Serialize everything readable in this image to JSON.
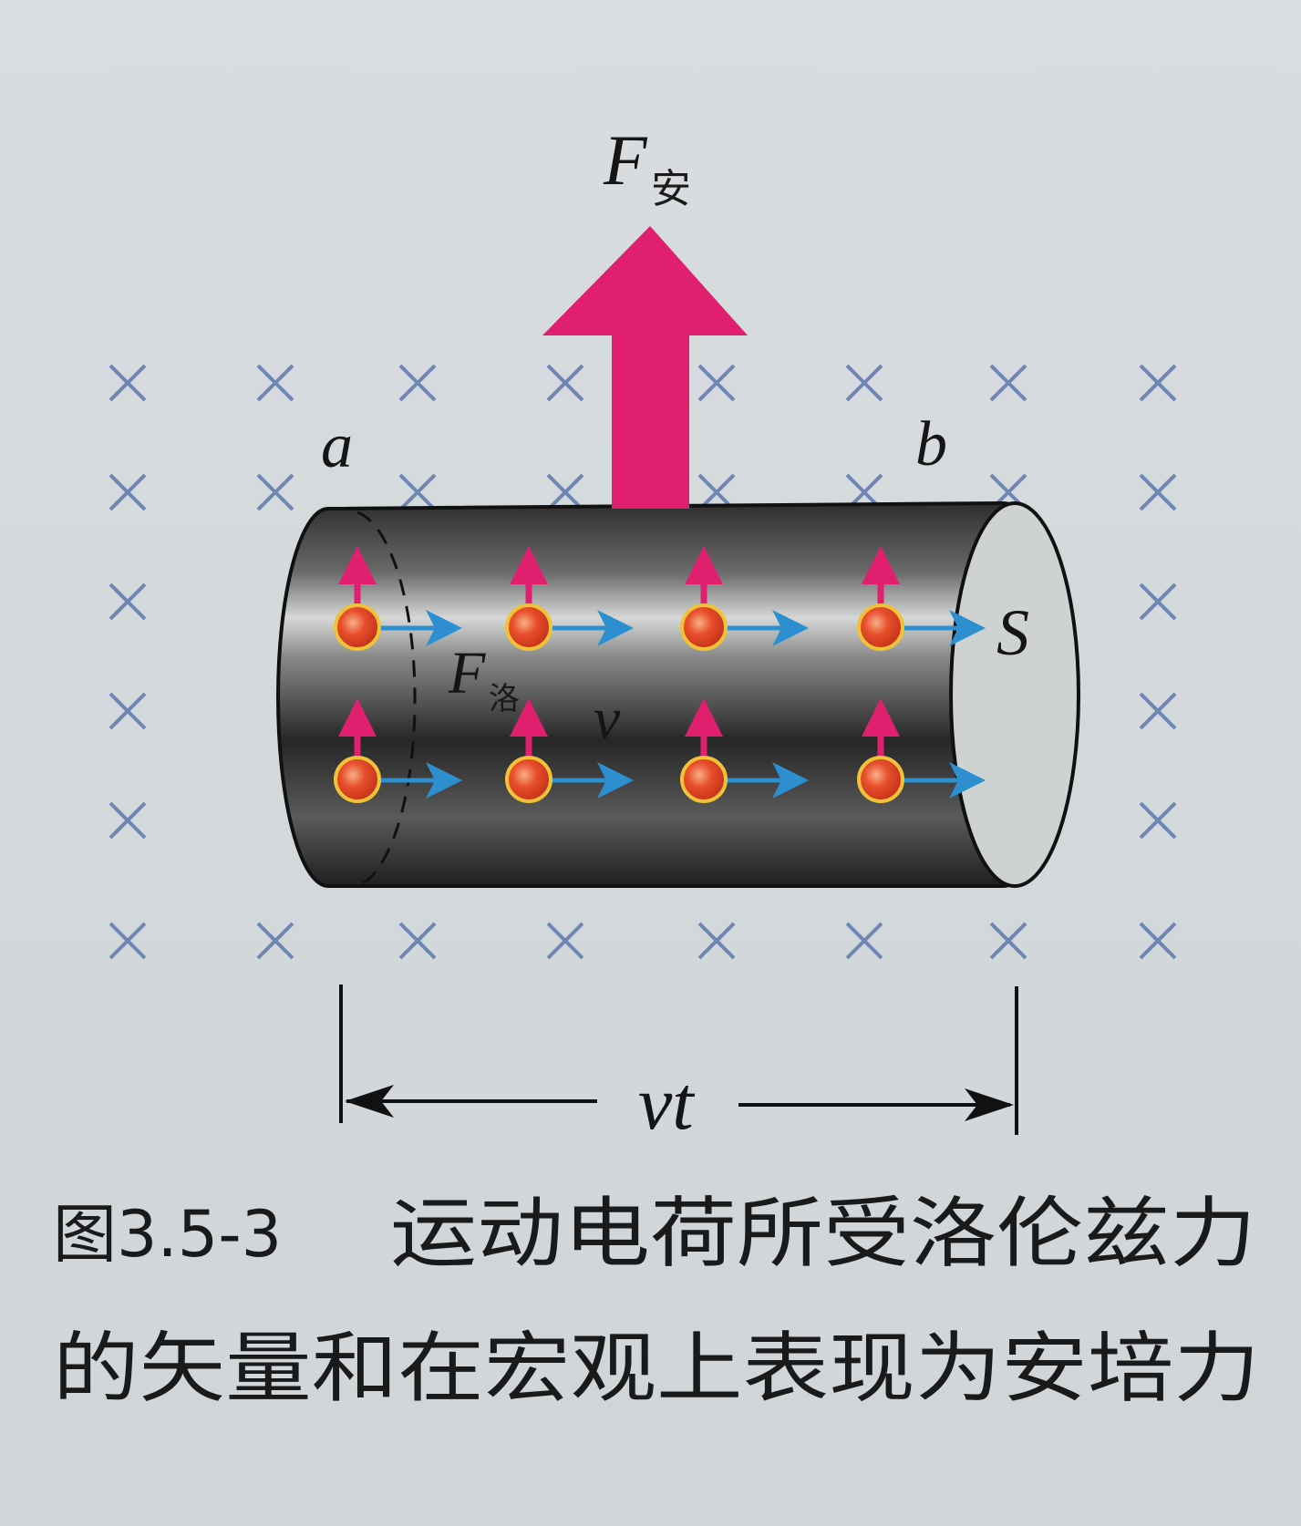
{
  "labels": {
    "force_ampere_main": "F",
    "force_ampere_sub": "安",
    "end_a": "a",
    "end_b": "b",
    "cross_section": "S",
    "force_lorentz_main": "F",
    "force_lorentz_sub": "洛",
    "velocity": "v",
    "length": "vt"
  },
  "caption": {
    "line1_number": "图3.5-3",
    "line1_text": "运动电荷所受洛伦兹力",
    "line2_text": "的矢量和在宏观上表现为安培力"
  },
  "field": {
    "symbol": "×",
    "rows": 6,
    "cols": 8
  },
  "charges": {
    "rows": 2,
    "per_row": 4
  },
  "colors": {
    "force_arrow": "#e0206e",
    "velocity_arrow": "#2e8fd0",
    "field_cross": "#6f86b5",
    "charge": "#e84a2a",
    "charge_rim": "#f0c23a",
    "conductor_dark": "#2a2a2a",
    "conductor_light": "#cfd2d3",
    "text": "#151515"
  }
}
